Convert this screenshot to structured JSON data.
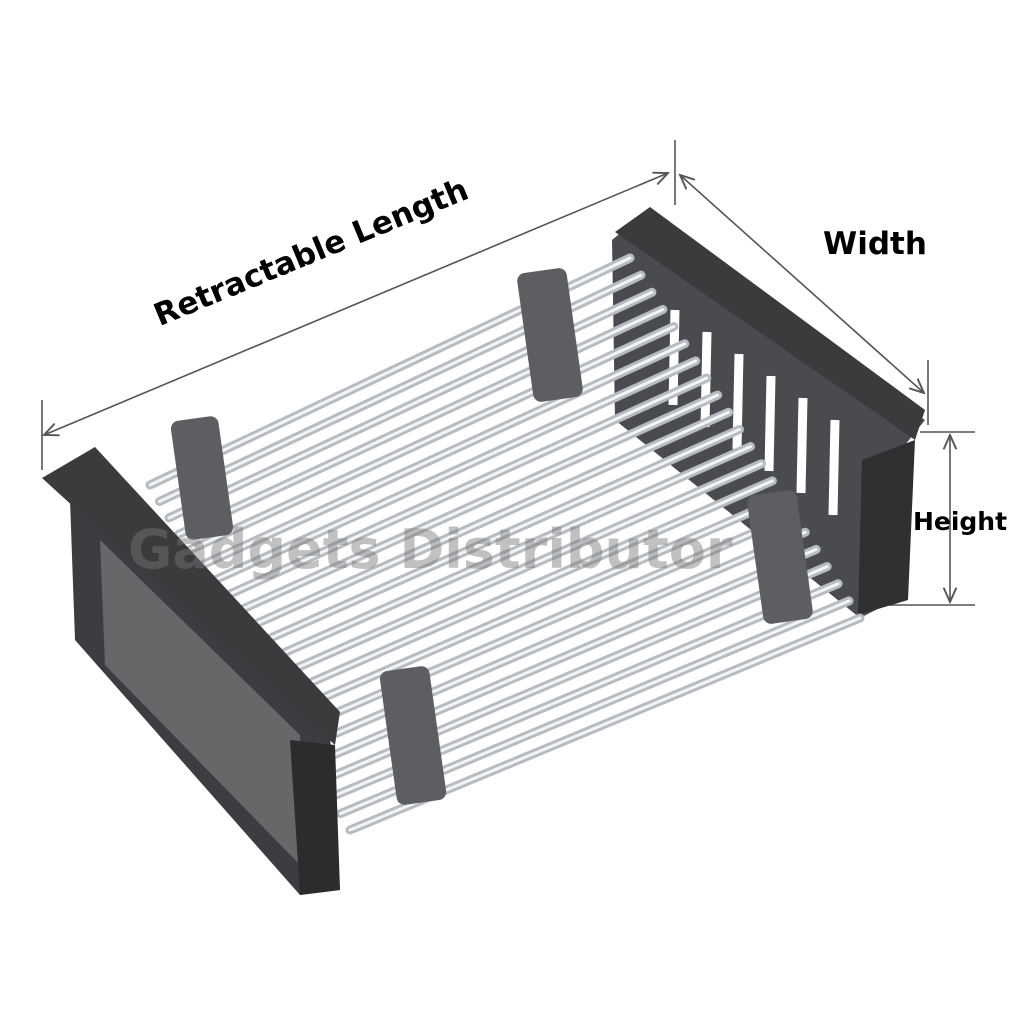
{
  "labels": {
    "length": "Retractable Length",
    "width": "Width",
    "height": "Height"
  },
  "watermark": "Gadgets Distributor",
  "colors": {
    "frame": "#3a3b3d",
    "frame_light": "#5a5b5e",
    "rod": "#b8bcc0",
    "rod_highlight": "#f2f4f6",
    "clip": "#6a6b6e",
    "dimension_line": "#555555"
  }
}
